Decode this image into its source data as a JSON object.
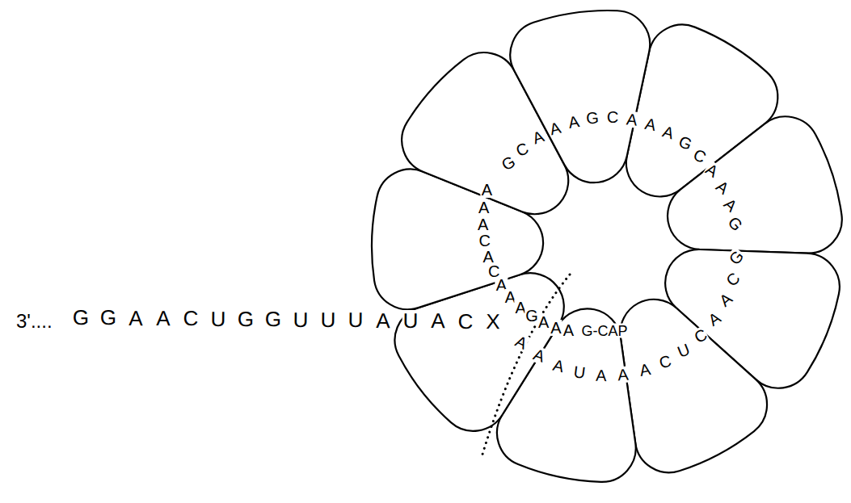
{
  "diagram": {
    "labels": [
      "3'....",
      "GGAACUGGUUUAUACX",
      "AAAUAAACUCAACG",
      "GCAAAGCAAAGCAAAG",
      "AAACACAAAGAAA",
      "G-CAP"
    ]
  }
}
